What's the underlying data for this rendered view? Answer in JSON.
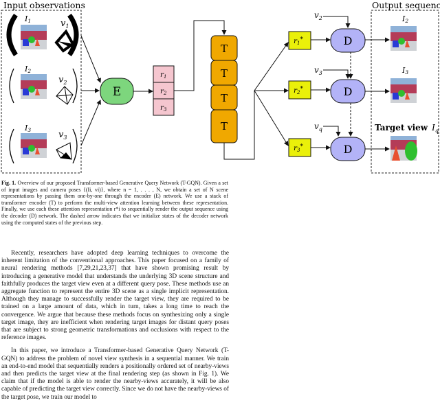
{
  "figure": {
    "input_heading": "Input observations",
    "output_heading": "Output sequence",
    "input_rows": [
      {
        "image": "I",
        "image_sub": "1",
        "pose": "v",
        "pose_sub": "1"
      },
      {
        "image": "I",
        "image_sub": "2",
        "pose": "v",
        "pose_sub": "2"
      },
      {
        "image": "I",
        "image_sub": "3",
        "pose": "v",
        "pose_sub": "3"
      }
    ],
    "encoder_label": "E",
    "representations": [
      {
        "base": "r",
        "sub": "1"
      },
      {
        "base": "r",
        "sub": "2"
      },
      {
        "base": "r",
        "sub": "3"
      }
    ],
    "transformer_label": "T",
    "transformer_count": 4,
    "attention_outputs": [
      {
        "base": "r",
        "sub": "1",
        "sup": "*"
      },
      {
        "base": "r",
        "sub": "2",
        "sup": "*"
      },
      {
        "base": "r",
        "sub": "3",
        "sup": "*"
      }
    ],
    "decoder_label": "D",
    "query_poses": [
      {
        "base": "v",
        "sub": "2"
      },
      {
        "base": "v",
        "sub": "3"
      },
      {
        "base": "v",
        "sub": "q"
      }
    ],
    "outputs": [
      {
        "label": "I",
        "sub": "2"
      },
      {
        "label": "I",
        "sub": "3"
      }
    ],
    "target_label": "Target view",
    "target_symbol": "I",
    "target_sub": "q",
    "colors": {
      "encoder": "#7dd67d",
      "representation": "#f5c6cf",
      "transformer": "#f0a800",
      "attention": "#eaf00a",
      "decoder": "#b3b3f7",
      "scene_wall": "#b43c58",
      "scene_sky": "#8fb2d8"
    }
  },
  "caption": {
    "label": "Fig. 1.",
    "text": "Overview of our proposed Transformer-based Generative Query Network (T-GQN). Given a set of input images and camera poses {(Ii, vi)}, where n = 1, . . . , N, we obtain a set of N scene representations by passing them one-by-one through the encoder (E) network. We use a stack of transformer encoder (T) to perform the multi-view attention learning between these representation. Finally, we use each these attention representation r*i to sequentially render the output sequence using the decoder (D) network. The dashed arrow indicates that we initialize states of the decoder network using the computed states of the previous step."
  },
  "body": {
    "paragraphs": [
      "Recently, researchers have adopted deep learning techniques to overcome the inherent limitation of the conventional approaches. This paper focused on a family of neural rendering methods [7,29,21,23,37] that have shown promising result by introducing a generative model that understands the underlying 3D scene structure and faithfully produces the target view even at a different query pose. These methods use an aggregate function to represent the entire 3D scene as a single implicit representation. Although they manage to successfully render the target view, they are required to be trained on a large amount of data, which in turn, takes a long time to reach the convergence. We argue that because these methods focus on synthesizing only a single target image, they are inefficient when rendering target images for distant query poses that are subject to strong geometric transformations and occlusions with respect to the reference images.",
      "In this paper, we introduce a Transformer-based Generative Query Network (T-GQN) to address the problem of novel view synthesis in a sequential manner. We train an end-to-end model that sequentially renders a positionally ordered set of nearby-views and then predicts the target view at the final rendering step (as shown in Fig. 1). We claim that if the model is able to render the nearby-views accurately, it will be also capable of predicting the target view correctly. Since we do not have the nearby-views of the target pose, we train our model to"
    ]
  }
}
